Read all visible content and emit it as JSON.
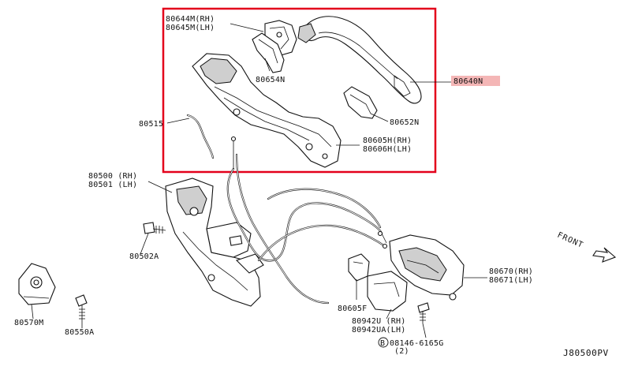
{
  "parts": {
    "p80644": [
      "80644M(RH)",
      "80645M(LH)"
    ],
    "p80654": "80654N",
    "p80640": "80640N",
    "p80652": "80652N",
    "p80515": "80515",
    "p80605": [
      "80605H(RH)",
      "80606H(LH)"
    ],
    "p80500": [
      "80500 (RH)",
      "80501 (LH)"
    ],
    "p80502": "80502A",
    "p80670": [
      "80670(RH)",
      "80671(LH)"
    ],
    "p80605f": "80605F",
    "p80942": [
      "80942U (RH)",
      "80942UA(LH)"
    ],
    "p08146": [
      "B",
      "08146-6165G",
      "(2)"
    ],
    "p80570": "80570M",
    "p80550": "80550A"
  },
  "front_label": "FRONT",
  "diagram_code": "J80500PV",
  "colors": {
    "highlight_box": "#e3001b",
    "callout_highlight": "#f4b6b6",
    "line": "#111111"
  }
}
